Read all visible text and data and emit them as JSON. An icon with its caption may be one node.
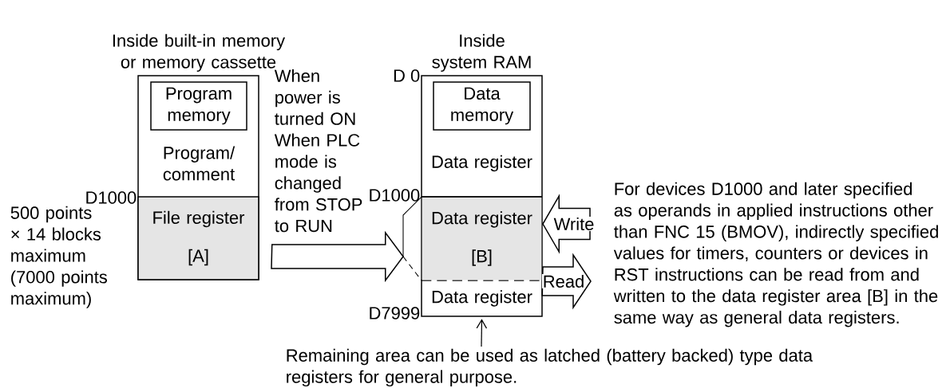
{
  "diagram": {
    "nodes": [
      {
        "text": [
          "Inside built-in memory or memory cassette"
        ]
      },
      {
        "text": [
          "Program memory"
        ],
        "in": 0
      },
      {
        "text": [
          "Program/ comment"
        ],
        "in": 0
      },
      {
        "text": [
          "File register",
          "[A]"
        ],
        "in": 0
      },
      {
        "text": [
          "Inside system RAM"
        ]
      },
      {
        "text": [
          "Data memory"
        ],
        "in": 4
      },
      {
        "text": [
          "Data register"
        ],
        "in": 4
      },
      {
        "text": [
          "Data register",
          "[B]"
        ],
        "in": 4
      },
      {
        "text": [
          "Data register"
        ],
        "in": 4
      },
      {
        "text": [
          "Remaining area can be used as latched (battery backed) type data registers for general purpose."
        ]
      }
    ],
    "edges": [
      {
        "from": 3,
        "to": 7,
        "arrow": "to",
        "label": "When power is turned ON When PLC mode is changed from STOP to RUN"
      },
      {
        "from": null,
        "to": 7,
        "arrow": "to",
        "label": "Write"
      },
      {
        "from": 7,
        "to": null,
        "arrow": "to",
        "label": "Read"
      },
      {
        "from": 9,
        "to": 8,
        "arrow": "to"
      }
    ],
    "labels": [
      "D1000",
      "500 points × 14 blocks maximum (7000 points maximum)",
      "D 0",
      "D1000",
      "D7999",
      "For devices D1000 and later specified as operands in applied instructions other than FNC 15 (BMOV), indirectly specified values for timers, counters or devices in RST instructions can be read from and written to the data register area [B] in the same way as general data registers."
    ]
  }
}
